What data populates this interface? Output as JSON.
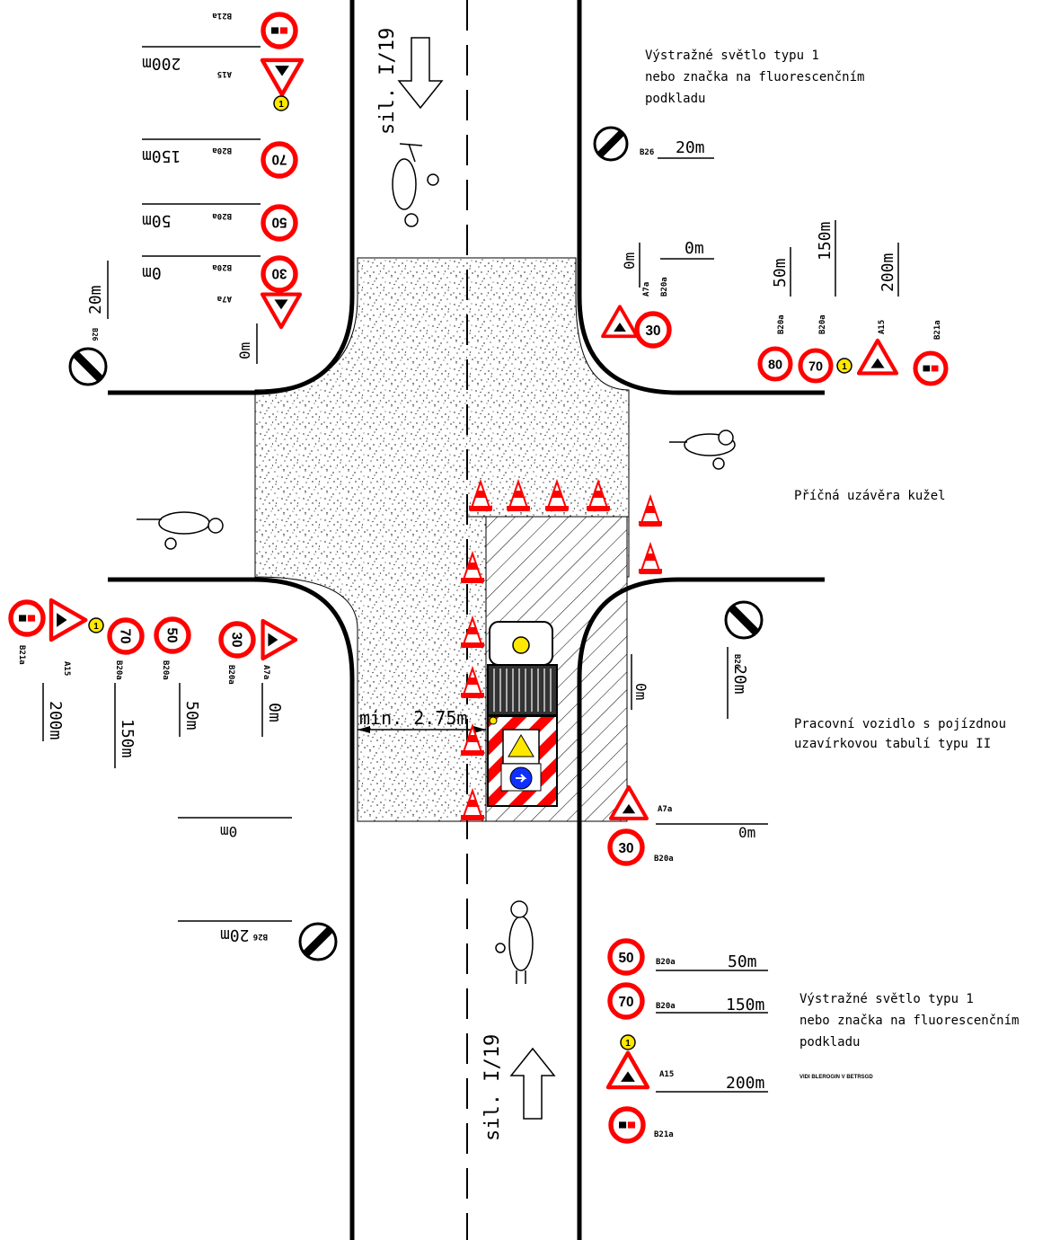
{
  "road": {
    "name_top": "sil. I/19",
    "name_bottom": "sil. I/19",
    "width_label": "min. 2.75m"
  },
  "notes": {
    "warning_light_top": [
      "Výstražné světlo typu 1",
      "nebo značka na fluorescenčním",
      "podkladu"
    ],
    "warning_light_bottom": [
      "Výstražné světlo typu 1",
      "nebo značka na fluorescenčním",
      "podkladu"
    ],
    "cone_closure": "Příčná uzávěra kužel",
    "work_vehicle": [
      "Pracovní vozidlo s pojízdnou",
      "uzavírkovou tabulí typu II"
    ],
    "small_caption": "VIDI BLEROGIN V BETRSGD"
  },
  "signs": {
    "speed_30": "30",
    "speed_50": "50",
    "speed_70": "70",
    "speed_80": "80",
    "light_num": "1",
    "code_b20a": "B20a",
    "code_b21a": "B21a",
    "code_a15": "A15",
    "code_a7a": "A7a",
    "code_b26": "B26"
  },
  "distances": {
    "d0": "0m",
    "d20": "20m",
    "d50": "50m",
    "d150": "150m",
    "d200": "200m"
  },
  "colors": {
    "sign_red": "#ff0000",
    "light_yellow": "#ffe800",
    "blue": "#1030ff"
  }
}
